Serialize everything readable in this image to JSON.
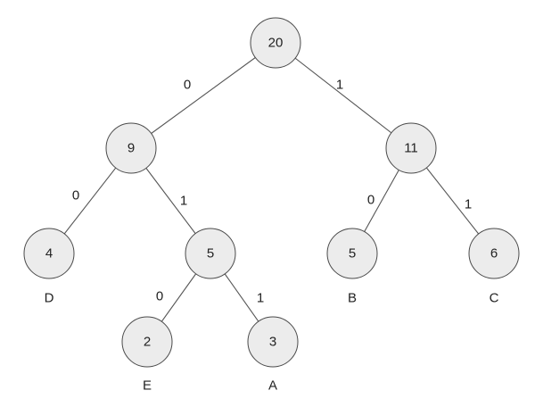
{
  "colors": {
    "node_fill": "#ececec",
    "node_stroke": "#4a4a4a",
    "edge": "#555555",
    "text": "#222222"
  },
  "tree": {
    "nodes": {
      "root": {
        "value": "20"
      },
      "n9": {
        "value": "9"
      },
      "n11": {
        "value": "11"
      },
      "n4": {
        "value": "4",
        "leaf_label": "D"
      },
      "n5a": {
        "value": "5"
      },
      "n5b": {
        "value": "5",
        "leaf_label": "B"
      },
      "n6": {
        "value": "6",
        "leaf_label": "C"
      },
      "n2": {
        "value": "2",
        "leaf_label": "E"
      },
      "n3": {
        "value": "3",
        "leaf_label": "A"
      }
    },
    "edges": {
      "root_n9": {
        "from": "root",
        "to": "n9",
        "label": "0"
      },
      "root_n11": {
        "from": "root",
        "to": "n11",
        "label": "1"
      },
      "n9_n4": {
        "from": "n9",
        "to": "n4",
        "label": "0"
      },
      "n9_n5a": {
        "from": "n9",
        "to": "n5a",
        "label": "1"
      },
      "n11_n5b": {
        "from": "n11",
        "to": "n5b",
        "label": "0"
      },
      "n11_n6": {
        "from": "n11",
        "to": "n6",
        "label": "1"
      },
      "n5a_n2": {
        "from": "n5a",
        "to": "n2",
        "label": "0"
      },
      "n5a_n3": {
        "from": "n5a",
        "to": "n3",
        "label": "1"
      }
    }
  }
}
